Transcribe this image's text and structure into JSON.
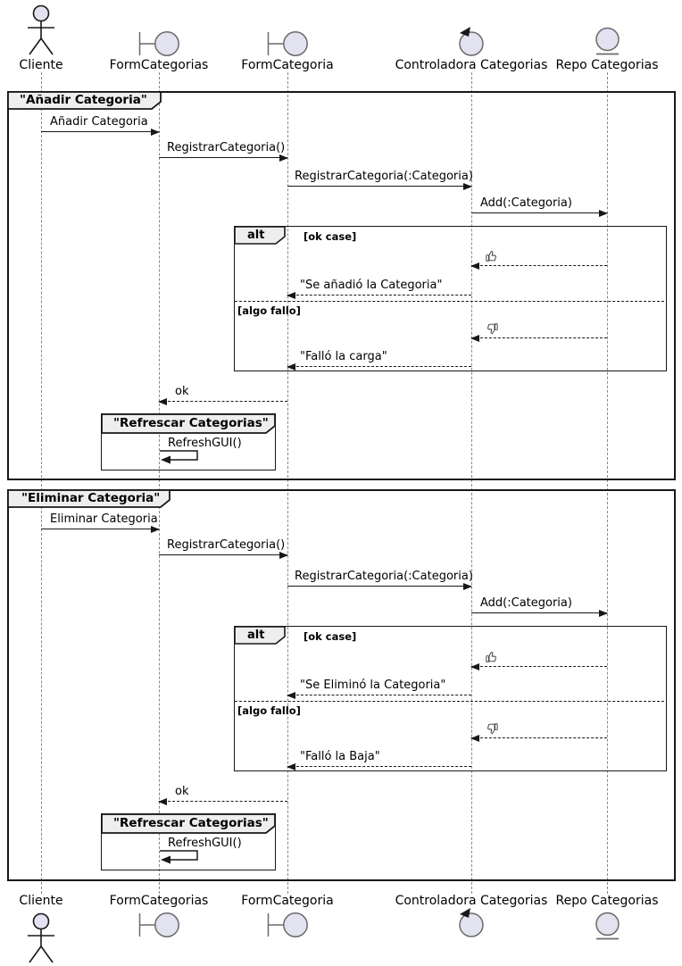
{
  "colors": {
    "line": "#181818",
    "lifeline": "#888888",
    "participant_fill": "#E2E2F0",
    "frame_header_fill": "#EEEEEE",
    "background": "#FFFFFF"
  },
  "participants": [
    {
      "name": "Cliente",
      "icon": "actor-icon"
    },
    {
      "name": "FormCategorias",
      "icon": "boundary-icon"
    },
    {
      "name": "FormCategoria",
      "icon": "boundary-icon"
    },
    {
      "name": "Controladora Categorias",
      "icon": "control-icon"
    },
    {
      "name": "Repo Categorias",
      "icon": "entity-icon"
    }
  ],
  "icons": {
    "thumbs_up": "👍",
    "thumbs_down": "👎"
  },
  "frames": [
    {
      "title": "\"Añadir Categoria\"",
      "calls": [
        {
          "label": "Añadir Categoria",
          "from": "Cliente",
          "to": "FormCategorias",
          "style": "solid"
        },
        {
          "label": "RegistrarCategoria()",
          "from": "FormCategorias",
          "to": "FormCategoria",
          "style": "solid"
        },
        {
          "label": "RegistrarCategoria(:Categoria)",
          "from": "FormCategoria",
          "to": "Controladora Categorias",
          "style": "solid"
        },
        {
          "label": "Add(:Categoria)",
          "from": "Controladora Categorias",
          "to": "Repo Categorias",
          "style": "solid"
        }
      ],
      "alt": {
        "keyword": "alt",
        "sections": [
          {
            "guard": "[ok case]",
            "messages": [
              {
                "icon": "👍",
                "from": "Repo Categorias",
                "to": "Controladora Categorias",
                "style": "dashed"
              },
              {
                "label": "\"Se añadió la Categoria\"",
                "from": "Controladora Categorias",
                "to": "FormCategoria",
                "style": "dashed"
              }
            ]
          },
          {
            "guard": "[algo fallo]",
            "messages": [
              {
                "icon": "👎",
                "from": "Repo Categorias",
                "to": "Controladora Categorias",
                "style": "dashed"
              },
              {
                "label": "\"Falló la carga\"",
                "from": "Controladora Categorias",
                "to": "FormCategoria",
                "style": "dashed"
              }
            ]
          }
        ]
      },
      "return_message": {
        "label": "ok",
        "from": "FormCategoria",
        "to": "FormCategorias",
        "style": "dashed"
      },
      "refresh_frame": {
        "title": "\"Refrescar Categorias\"",
        "self_message": {
          "label": "RefreshGUI()",
          "on": "FormCategorias"
        }
      }
    },
    {
      "title": "\"Eliminar Categoria\"",
      "calls": [
        {
          "label": "Eliminar Categoria",
          "from": "Cliente",
          "to": "FormCategorias",
          "style": "solid"
        },
        {
          "label": "RegistrarCategoria()",
          "from": "FormCategorias",
          "to": "FormCategoria",
          "style": "solid"
        },
        {
          "label": "RegistrarCategoria(:Categoria)",
          "from": "FormCategoria",
          "to": "Controladora Categorias",
          "style": "solid"
        },
        {
          "label": "Add(:Categoria)",
          "from": "Controladora Categorias",
          "to": "Repo Categorias",
          "style": "solid"
        }
      ],
      "alt": {
        "keyword": "alt",
        "sections": [
          {
            "guard": "[ok case]",
            "messages": [
              {
                "icon": "👍",
                "from": "Repo Categorias",
                "to": "Controladora Categorias",
                "style": "dashed"
              },
              {
                "label": "\"Se Eliminó la Categoria\"",
                "from": "Controladora Categorias",
                "to": "FormCategoria",
                "style": "dashed"
              }
            ]
          },
          {
            "guard": "[algo fallo]",
            "messages": [
              {
                "icon": "👎",
                "from": "Repo Categorias",
                "to": "Controladora Categorias",
                "style": "dashed"
              },
              {
                "label": "\"Falló la Baja\"",
                "from": "Controladora Categorias",
                "to": "FormCategoria",
                "style": "dashed"
              }
            ]
          }
        ]
      },
      "return_message": {
        "label": "ok",
        "from": "FormCategoria",
        "to": "FormCategorias",
        "style": "dashed"
      },
      "refresh_frame": {
        "title": "\"Refrescar Categorias\"",
        "self_message": {
          "label": "RefreshGUI()",
          "on": "FormCategorias"
        }
      }
    }
  ]
}
